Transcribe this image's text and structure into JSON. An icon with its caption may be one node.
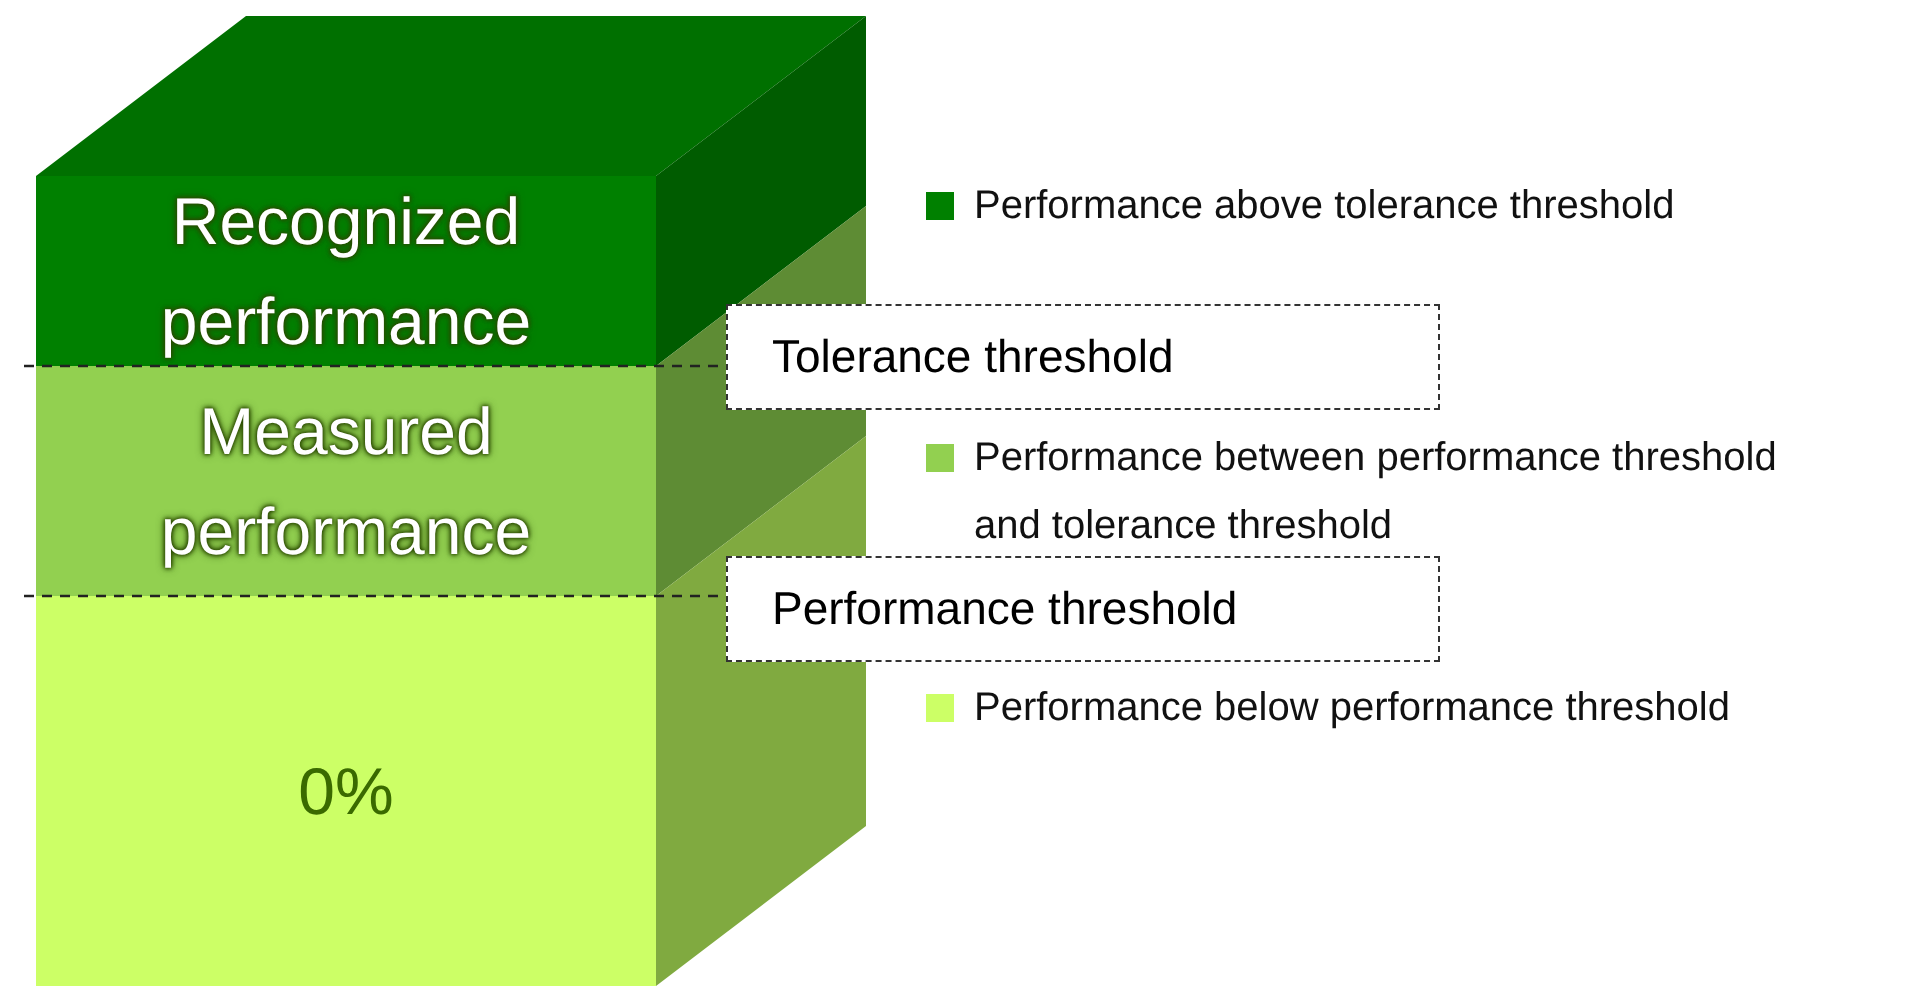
{
  "diagram": {
    "nodes": [
      {
        "text": [
          "Recognized performance"
        ]
      },
      {
        "text": [
          "Measured performance"
        ]
      },
      {
        "text": [
          "0%"
        ]
      },
      {
        "text": [
          "Tolerance threshold"
        ]
      },
      {
        "text": [
          "Performance threshold"
        ]
      }
    ],
    "edges": [
      {
        "from": 0,
        "to": 3,
        "arrow": "none",
        "style": "dashed"
      },
      {
        "from": 1,
        "to": 4,
        "arrow": "none",
        "style": "dashed"
      }
    ],
    "legend": [
      {
        "text": "Performance above tolerance threshold",
        "color": "#008000"
      },
      {
        "text": "Performance between performance threshold and tolerance threshold",
        "color": "#92d050"
      },
      {
        "text": "Performance below performance threshold",
        "color": "#ccff66"
      }
    ]
  }
}
